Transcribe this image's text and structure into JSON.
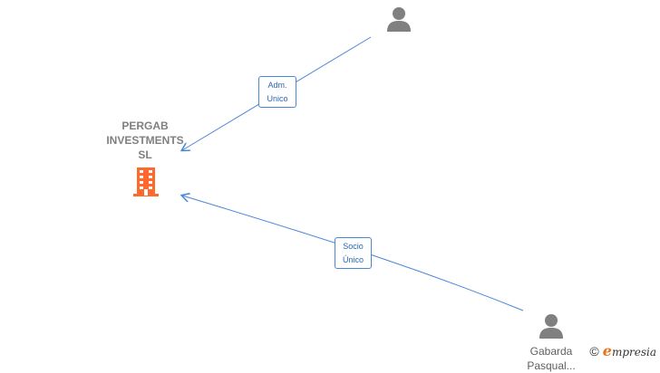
{
  "company": {
    "name": "PERGAB\nINVESTMENTS\nSL",
    "icon": "building-icon",
    "color": "#ff6a2c"
  },
  "persons": [
    {
      "id": "person-top",
      "label": "",
      "icon": "person-icon"
    },
    {
      "id": "person-bottom",
      "label": "Gabarda\nPasqual...",
      "icon": "person-icon"
    }
  ],
  "relations": [
    {
      "from": "person-top",
      "to": "company",
      "label": "Adm.\nUnico"
    },
    {
      "from": "person-bottom",
      "to": "company",
      "label": "Socio\nÚnico"
    }
  ],
  "edge_color": "#4a86d8",
  "footer": {
    "copyright_symbol": "©",
    "brand_initial": "e",
    "brand_rest": "mpresia"
  }
}
